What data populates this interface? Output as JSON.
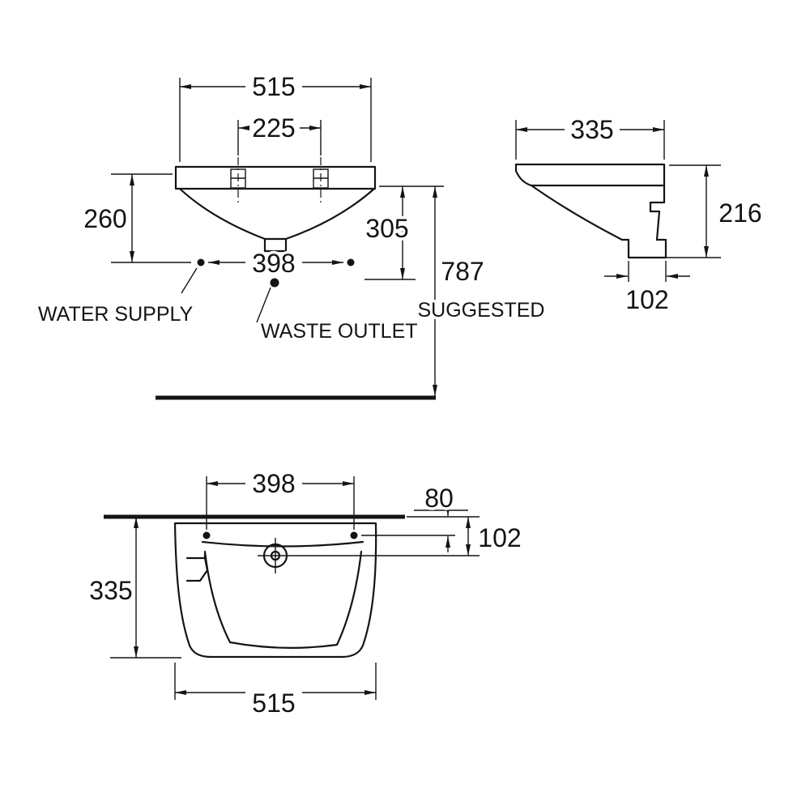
{
  "drawing": {
    "front": {
      "width": "515",
      "taphole_spacing": "225",
      "height_left": "260",
      "height_right": "305",
      "supply_spacing": "398",
      "mount_height": "787",
      "mount_height_note": "SUGGESTED",
      "water_supply": "WATER SUPPLY",
      "waste_outlet": "WASTE OUTLET"
    },
    "side": {
      "depth": "335",
      "height": "216",
      "outlet_offset": "102"
    },
    "plan": {
      "supply_spacing": "398",
      "wall_to_supply": "80",
      "wall_to_taphole": "102",
      "depth": "335",
      "width": "515"
    },
    "colors": {
      "ink": "#141414",
      "paper": "#ffffff"
    }
  }
}
